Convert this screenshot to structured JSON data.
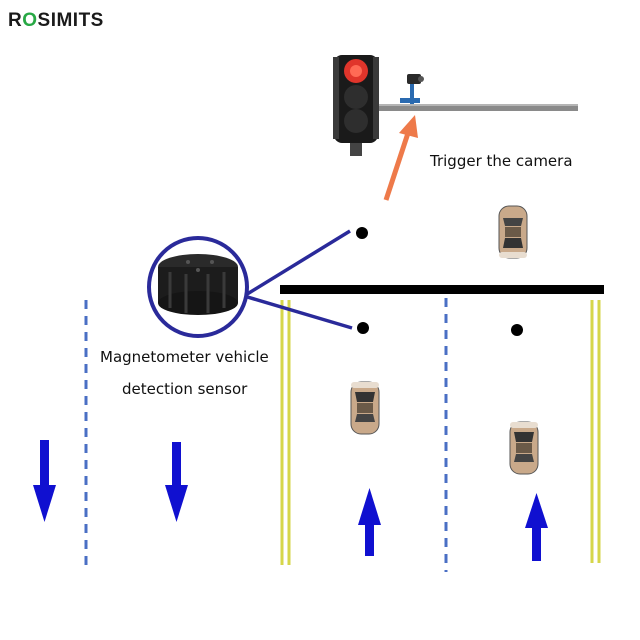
{
  "brand": {
    "logo_prefix": "R",
    "logo_o": "O",
    "logo_suffix": "SIMITS",
    "accent": "#27a844"
  },
  "labels": {
    "trigger": "Trigger the camera",
    "sensor_line1": "Magnetometer vehicle",
    "sensor_line2": "detection sensor"
  },
  "colors": {
    "lane_dash": "#4a6fc4",
    "arrow": "#1010d0",
    "lane_edge": "#d6d64a",
    "stop_line": "#000000",
    "trigger_arrow": "#ee7a4a",
    "sensor_ring": "#2a2a9a",
    "light_red": "#e0352b",
    "car_body": "#c9a98a"
  }
}
